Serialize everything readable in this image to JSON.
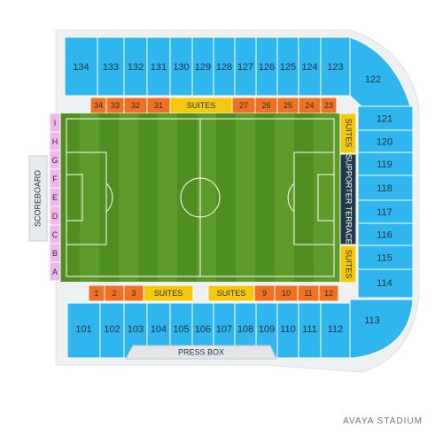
{
  "venue_name": "AVAYA STADIUM",
  "scoreboard_label": "SCOREBOARD",
  "press_box_label": "PRESS BOX",
  "supporter_terrace_label": "SUPPORTER TERRACE",
  "suites_label": "SUITES",
  "colors": {
    "seat_section": "#2fb6ee",
    "club_section": "#f27022",
    "suites": "#f6c80d",
    "field_light": "#5d9b2a",
    "field_dark": "#4b8a1d",
    "ga_rows": "#f2b7e8",
    "terrace": "#1f3a4a",
    "frame": "#ffffff"
  },
  "top_sections": [
    "134",
    "133",
    "132",
    "131",
    "130",
    "129",
    "128",
    "127",
    "126",
    "125",
    "124",
    "123"
  ],
  "top_club": [
    "34",
    "33",
    "32",
    "31",
    "27",
    "26",
    "25",
    "24",
    "23"
  ],
  "bottom_sections": [
    "101",
    "102",
    "103",
    "104",
    "105",
    "106",
    "107",
    "108",
    "109",
    "110",
    "111",
    "112"
  ],
  "bottom_club": [
    "1",
    "2",
    "3",
    "9",
    "10",
    "11",
    "12"
  ],
  "right_sections": [
    "122",
    "121",
    "120",
    "119",
    "118",
    "117",
    "116",
    "115",
    "114",
    "113"
  ],
  "ga_rows": [
    "I",
    "H",
    "G",
    "F",
    "E",
    "D",
    "C",
    "B",
    "A"
  ]
}
